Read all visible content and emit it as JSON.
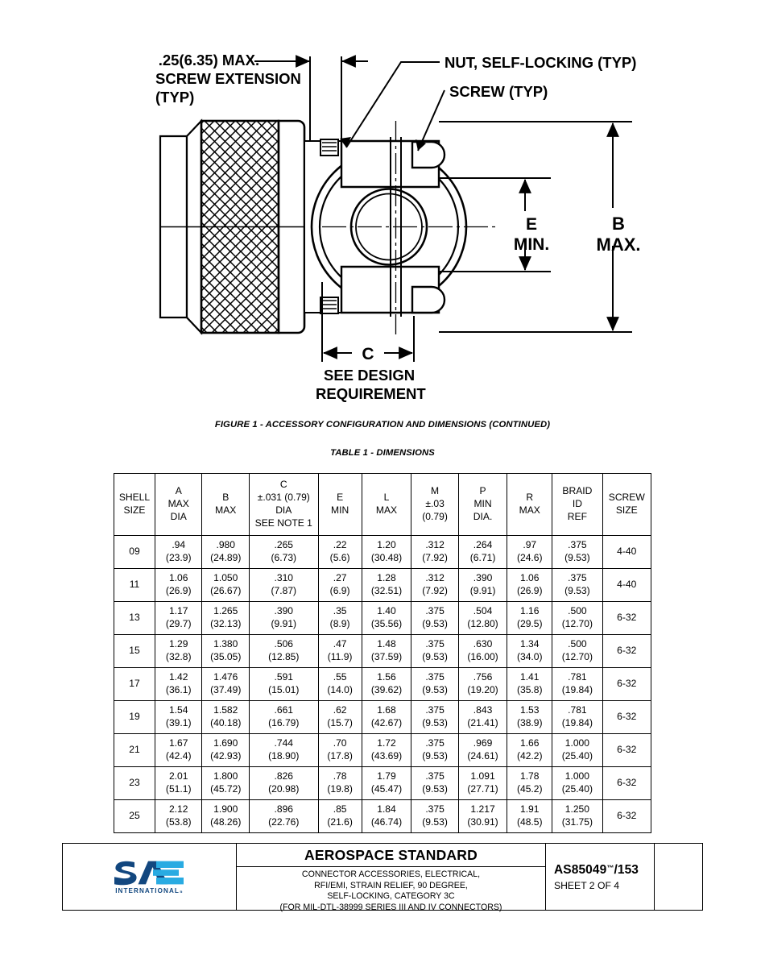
{
  "figure": {
    "callouts": {
      "screw_extension": [
        " .25(6.35)  MAX.",
        "SCREW EXTENSION",
        "(TYP)"
      ],
      "nut_self_locking": "NUT, SELF-LOCKING (TYP)",
      "screw": "SCREW (TYP)",
      "dim_e": [
        "E",
        "MIN."
      ],
      "dim_b": [
        "B",
        "MAX."
      ],
      "dim_c": "C",
      "design_requirement": [
        "SEE DESIGN",
        "REQUIREMENT"
      ]
    },
    "caption": "FIGURE 1 - ACCESSORY CONFIGURATION AND DIMENSIONS (CONTINUED)"
  },
  "table": {
    "caption": "TABLE 1 - DIMENSIONS",
    "headers": [
      [
        "SHELL",
        "SIZE"
      ],
      [
        "A",
        "MAX",
        "DIA"
      ],
      [
        "B",
        "MAX"
      ],
      [
        "C",
        "±.031 (0.79)",
        "DIA",
        "SEE NOTE 1"
      ],
      [
        "E",
        "MIN"
      ],
      [
        "L",
        "MAX"
      ],
      [
        "M",
        "±.03",
        "(0.79)"
      ],
      [
        "P",
        "MIN",
        "DIA."
      ],
      [
        "R",
        "MAX"
      ],
      [
        "BRAID",
        "ID",
        "REF"
      ],
      [
        "SCREW",
        "SIZE"
      ]
    ],
    "rows": [
      {
        "shell_size": "09",
        "a": [
          ".94",
          "(23.9)"
        ],
        "b": [
          ".980",
          "(24.89)"
        ],
        "c": [
          ".265",
          "(6.73)"
        ],
        "e": [
          ".22",
          "(5.6)"
        ],
        "l": [
          "1.20",
          "(30.48)"
        ],
        "m": [
          ".312",
          "(7.92)"
        ],
        "p": [
          ".264",
          "(6.71)"
        ],
        "r": [
          ".97",
          "(24.6)"
        ],
        "braid_id": [
          ".375",
          "(9.53)"
        ],
        "screw_size": "4-40"
      },
      {
        "shell_size": "11",
        "a": [
          "1.06",
          "(26.9)"
        ],
        "b": [
          "1.050",
          "(26.67)"
        ],
        "c": [
          ".310",
          "(7.87)"
        ],
        "e": [
          ".27",
          "(6.9)"
        ],
        "l": [
          "1.28",
          "(32.51)"
        ],
        "m": [
          ".312",
          "(7.92)"
        ],
        "p": [
          ".390",
          "(9.91)"
        ],
        "r": [
          "1.06",
          "(26.9)"
        ],
        "braid_id": [
          ".375",
          "(9.53)"
        ],
        "screw_size": "4-40"
      },
      {
        "shell_size": "13",
        "a": [
          "1.17",
          "(29.7)"
        ],
        "b": [
          "1.265",
          "(32.13)"
        ],
        "c": [
          ".390",
          "(9.91)"
        ],
        "e": [
          ".35",
          "(8.9)"
        ],
        "l": [
          "1.40",
          "(35.56)"
        ],
        "m": [
          ".375",
          "(9.53)"
        ],
        "p": [
          ".504",
          "(12.80)"
        ],
        "r": [
          "1.16",
          "(29.5)"
        ],
        "braid_id": [
          ".500",
          "(12.70)"
        ],
        "screw_size": "6-32"
      },
      {
        "shell_size": "15",
        "a": [
          "1.29",
          "(32.8)"
        ],
        "b": [
          "1.380",
          "(35.05)"
        ],
        "c": [
          ".506",
          "(12.85)"
        ],
        "e": [
          ".47",
          "(11.9)"
        ],
        "l": [
          "1.48",
          "(37.59)"
        ],
        "m": [
          ".375",
          "(9.53)"
        ],
        "p": [
          ".630",
          "(16.00)"
        ],
        "r": [
          "1.34",
          "(34.0)"
        ],
        "braid_id": [
          ".500",
          "(12.70)"
        ],
        "screw_size": "6-32"
      },
      {
        "shell_size": "17",
        "a": [
          "1.42",
          "(36.1)"
        ],
        "b": [
          "1.476",
          "(37.49)"
        ],
        "c": [
          ".591",
          "(15.01)"
        ],
        "e": [
          ".55",
          "(14.0)"
        ],
        "l": [
          "1.56",
          "(39.62)"
        ],
        "m": [
          ".375",
          "(9.53)"
        ],
        "p": [
          ".756",
          "(19.20)"
        ],
        "r": [
          "1.41",
          "(35.8)"
        ],
        "braid_id": [
          ".781",
          "(19.84)"
        ],
        "screw_size": "6-32"
      },
      {
        "shell_size": "19",
        "a": [
          "1.54",
          "(39.1)"
        ],
        "b": [
          "1.582",
          "(40.18)"
        ],
        "c": [
          ".661",
          "(16.79)"
        ],
        "e": [
          ".62",
          "(15.7)"
        ],
        "l": [
          "1.68",
          "(42.67)"
        ],
        "m": [
          ".375",
          "(9.53)"
        ],
        "p": [
          ".843",
          "(21.41)"
        ],
        "r": [
          "1.53",
          "(38.9)"
        ],
        "braid_id": [
          ".781",
          "(19.84)"
        ],
        "screw_size": "6-32"
      },
      {
        "shell_size": "21",
        "a": [
          "1.67",
          "(42.4)"
        ],
        "b": [
          "1.690",
          "(42.93)"
        ],
        "c": [
          ".744",
          "(18.90)"
        ],
        "e": [
          ".70",
          "(17.8)"
        ],
        "l": [
          "1.72",
          "(43.69)"
        ],
        "m": [
          ".375",
          "(9.53)"
        ],
        "p": [
          ".969",
          "(24.61)"
        ],
        "r": [
          "1.66",
          "(42.2)"
        ],
        "braid_id": [
          "1.000",
          "(25.40)"
        ],
        "screw_size": "6-32"
      },
      {
        "shell_size": "23",
        "a": [
          "2.01",
          "(51.1)"
        ],
        "b": [
          "1.800",
          "(45.72)"
        ],
        "c": [
          ".826",
          "(20.98)"
        ],
        "e": [
          ".78",
          "(19.8)"
        ],
        "l": [
          "1.79",
          "(45.47)"
        ],
        "m": [
          ".375",
          "(9.53)"
        ],
        "p": [
          "1.091",
          "(27.71)"
        ],
        "r": [
          "1.78",
          "(45.2)"
        ],
        "braid_id": [
          "1.000",
          "(25.40)"
        ],
        "screw_size": "6-32"
      },
      {
        "shell_size": "25",
        "a": [
          "2.12",
          "(53.8)"
        ],
        "b": [
          "1.900",
          "(48.26)"
        ],
        "c": [
          ".896",
          "(22.76)"
        ],
        "e": [
          ".85",
          "(21.6)"
        ],
        "l": [
          "1.84",
          "(46.74)"
        ],
        "m": [
          ".375",
          "(9.53)"
        ],
        "p": [
          "1.217",
          "(30.91)"
        ],
        "r": [
          "1.91",
          "(48.5)"
        ],
        "braid_id": [
          "1.250",
          "(31.75)"
        ],
        "screw_size": "6-32"
      }
    ]
  },
  "title_block": {
    "logo": {
      "mark": "SAE",
      "tagline": "INTERNATIONAL₅",
      "color_light": "#29ABE2",
      "color_dark": "#12477F"
    },
    "standard_title": "AEROSPACE STANDARD",
    "subtitle_lines": [
      "CONNECTOR ACCESSORIES, ELECTRICAL,",
      "RFI/EMI, STRAIN RELIEF, 90 DEGREE,",
      "SELF-LOCKING, CATEGORY 3C",
      "(FOR MIL-DTL-38999 SERIES III AND IV CONNECTORS)"
    ],
    "document_number": "AS85049",
    "document_tm": "™",
    "document_suffix": "/153",
    "sheet": "SHEET 2 OF 4",
    "revision": ""
  }
}
